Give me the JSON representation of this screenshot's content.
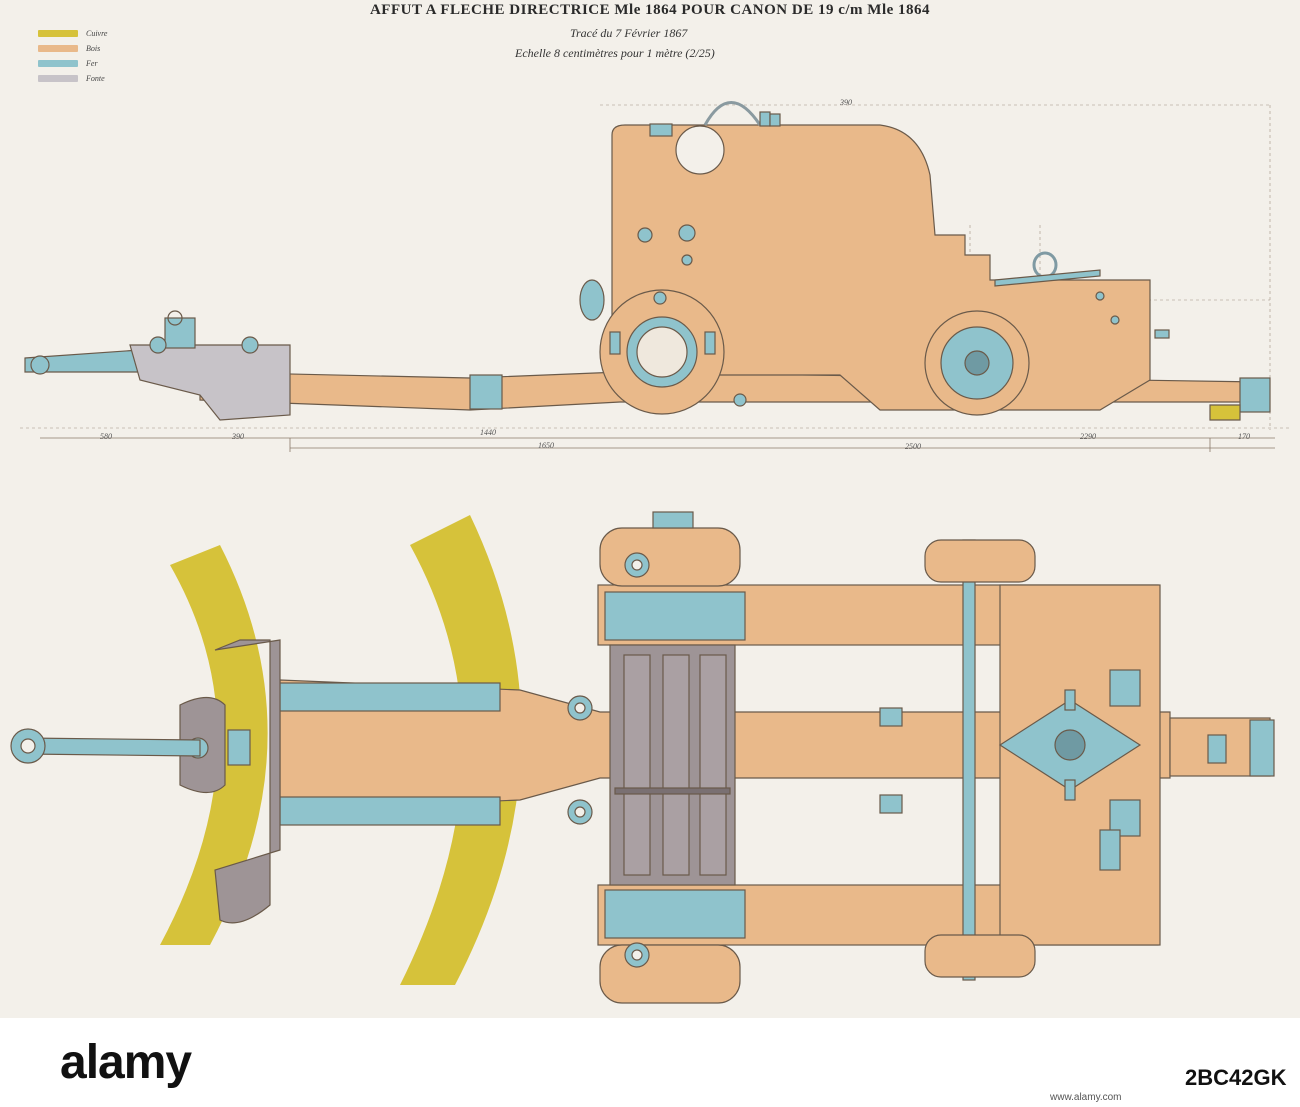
{
  "header": {
    "title": "AFFUT A FLECHE DIRECTRICE Mle 1864 POUR CANON DE 19 c/m Mle 1864",
    "traced": "Tracé du 7 Février 1867",
    "scale": "Echelle 8 centimètres pour 1 mètre (2/25)"
  },
  "legend": [
    {
      "label": "Cuivre",
      "color": "#d6c23a"
    },
    {
      "label": "Bois",
      "color": "#e9b98a"
    },
    {
      "label": "Fer",
      "color": "#8fc3cc"
    },
    {
      "label": "Fonte",
      "color": "#c7c3c8"
    }
  ],
  "dimensions": {
    "d_580": "580",
    "d_390a": "390",
    "d_1440": "1440",
    "d_1650": "1650",
    "d_2290": "2290",
    "d_2500": "2500",
    "d_170": "170",
    "d_390b": "390"
  },
  "watermark": {
    "logo": "alamy",
    "image_id": "2BC42GK",
    "url": "www.alamy.com"
  },
  "colors": {
    "wood": "#e9b98a",
    "iron": "#8fc3cc",
    "cast": "#9e9496",
    "brass": "#d6c23a",
    "outline": "#6a5a4a"
  }
}
